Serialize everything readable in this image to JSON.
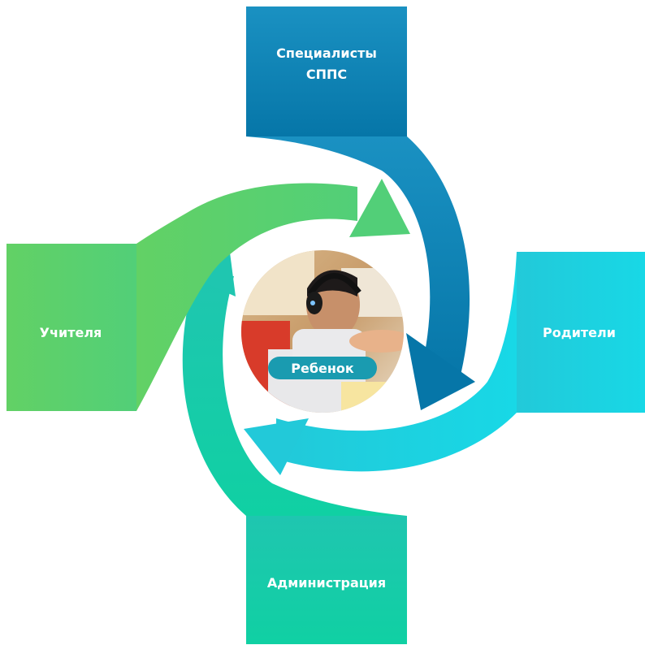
{
  "center": {
    "label": "Ребенок"
  },
  "blocks": {
    "top": {
      "line1": "Специалисты",
      "line2": "СППС"
    },
    "right": {
      "label": "Родители"
    },
    "bottom": {
      "label": "Администрация"
    },
    "left": {
      "label": "Учителя"
    }
  },
  "colors": {
    "top": "#0a7fb0",
    "right": "#1ad3e0",
    "bottom": "#12cfa4",
    "left": "#5ed26b",
    "badge": "#1a9bb0"
  },
  "icons": {
    "center_photo": "child-photo"
  }
}
